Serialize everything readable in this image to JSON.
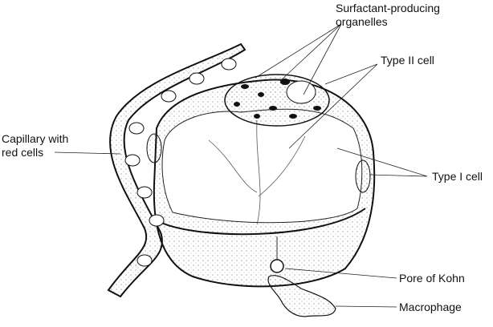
{
  "labels": {
    "surfactant_line1": "Surfactant-producing",
    "surfactant_line2": "organelles",
    "type2": "Type II cell",
    "capillary_line1": "Capillary with",
    "capillary_line2": "red cells",
    "type1": "Type I cell",
    "pore": "Pore of Kohn",
    "macrophage": "Macrophage"
  },
  "colors": {
    "ink": "#111111",
    "background": "#ffffff"
  }
}
